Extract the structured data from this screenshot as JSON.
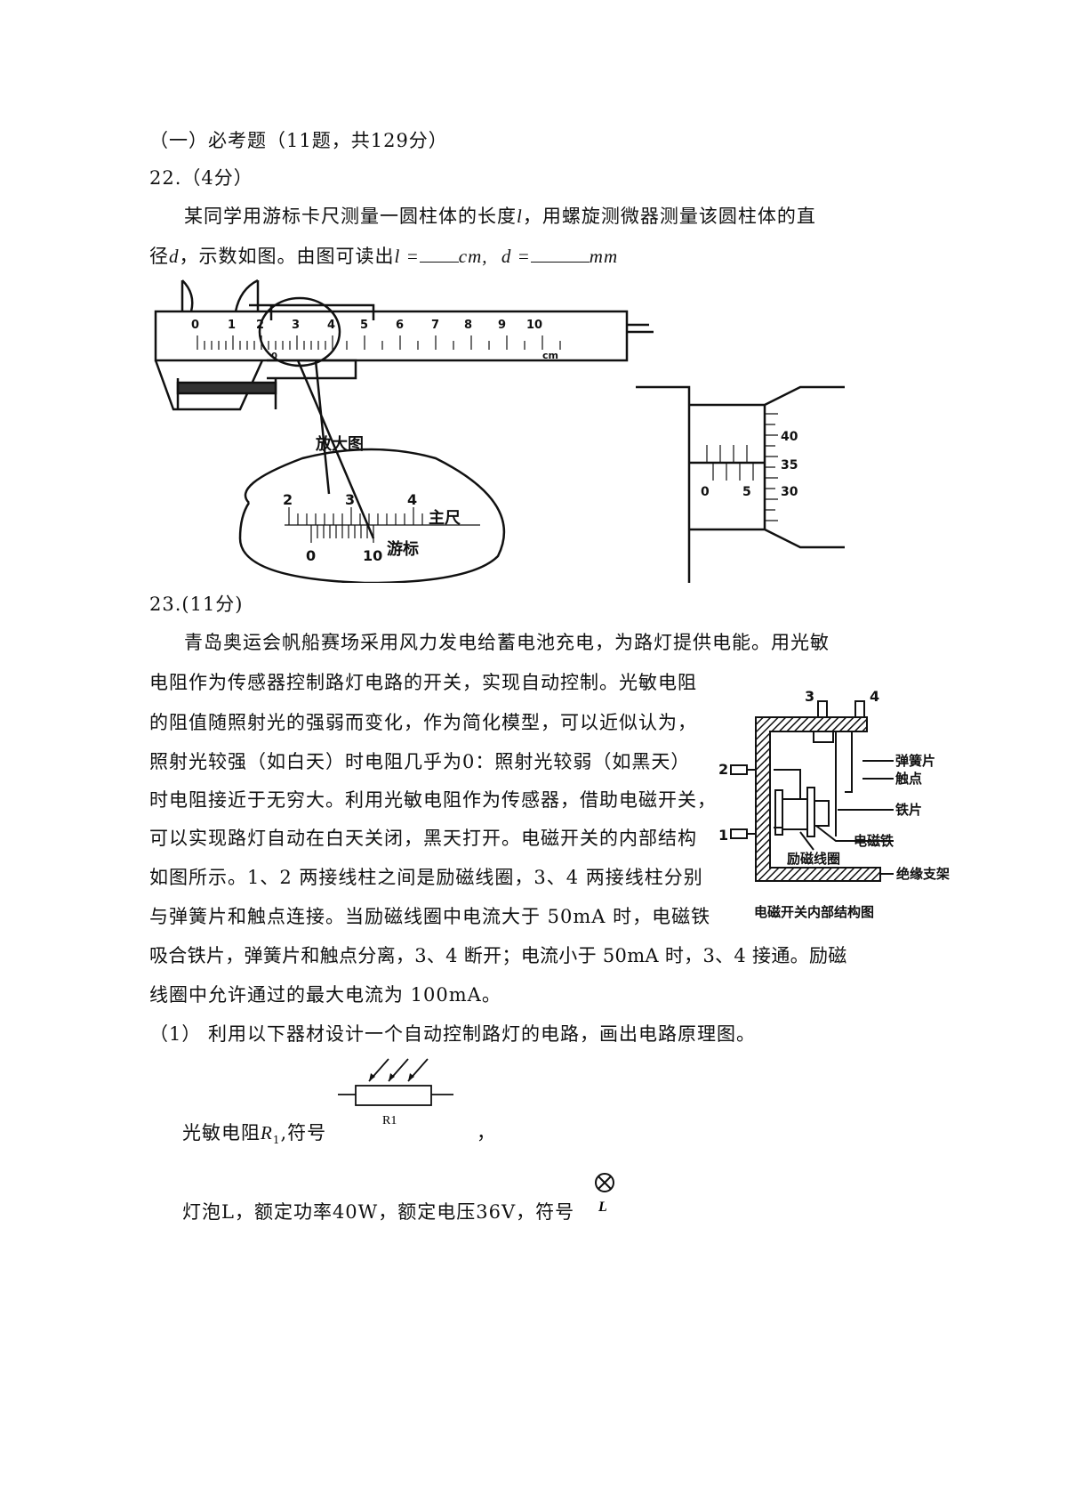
{
  "section_heading": "（一）必考题（11题，共129分）",
  "q22": {
    "number": "22.（4分）",
    "line1": "某同学用游标卡尺测量一圆柱体的长度",
    "var_l": "l",
    "line1b": "，用螺旋测微器测量该圆柱体的直",
    "line2a": "径",
    "var_d": "d",
    "line2b": "，示数如图。由图可读出",
    "eq_l": "l =",
    "unit_cm": "cm,",
    "eq_d": "d =",
    "unit_mm": "mm",
    "figure": {
      "caliper_main_scale": [
        "0",
        "1",
        "2",
        "3",
        "4",
        "5",
        "6",
        "7",
        "8",
        "9",
        "10"
      ],
      "caliper_unit": "cm",
      "vernier_zero": "0",
      "magnified_title": "放大图",
      "magnified_main_labels": [
        "2",
        "3",
        "4"
      ],
      "magnified_main_name": "主尺",
      "magnified_vernier_labels": [
        "0",
        "10"
      ],
      "magnified_vernier_name": "游标",
      "micrometer_sleeve_labels": [
        "0",
        "5"
      ],
      "micrometer_thimble_labels": [
        "40",
        "35",
        "30"
      ]
    }
  },
  "q23": {
    "number": "23.(11分)",
    "lines": [
      "青岛奥运会帆船赛场采用风力发电给蓄电池充电，为路灯提供电能。用光敏",
      "电阻作为传感器控制路灯电路的开关，实现自动控制。光敏电阻",
      "的阻值随照射光的强弱而变化，作为简化模型，可以近似认为，",
      "照射光较强（如白天）时电阻几乎为0：照射光较弱（如黑天）",
      "时电阻接近于无穷大。利用光敏电阻作为传感器，借助电磁开关，",
      "可以实现路灯自动在白天关闭，黑天打开。电磁开关的内部结构",
      "如图所示。1、2 两接线柱之间是励磁线圈，3、4 两接线柱分别",
      "与弹簧片和触点连接。当励磁线圈中电流大于 50mA 时，电磁铁",
      "吸合铁片，弹簧片和触点分离，3、4 断开；电流小于 50mA 时，3、4 接通。励磁",
      "线圈中允许通过的最大电流为 100mA。"
    ],
    "figure": {
      "terminals": [
        "1",
        "2",
        "3",
        "4"
      ],
      "labels": {
        "spring": "弹簧片",
        "contact": "触点",
        "iron": "铁片",
        "electromagnet": "电磁铁",
        "coil": "励磁线圈",
        "support": "绝缘支架"
      },
      "caption": "电磁开关内部结构图"
    },
    "part1": "（1） 利用以下器材设计一个自动控制路灯的电路，画出电路原理图。",
    "item_r1_a": "光敏电阻",
    "item_r1_var": "R",
    "item_r1_sub": "1",
    "item_r1_b": ",符号",
    "item_r1_comma": "，",
    "r1_symbol_label": "R1",
    "item_lamp": "灯泡L，额定功率40W，额定电压36V，符号",
    "lamp_symbol_label": "L"
  }
}
